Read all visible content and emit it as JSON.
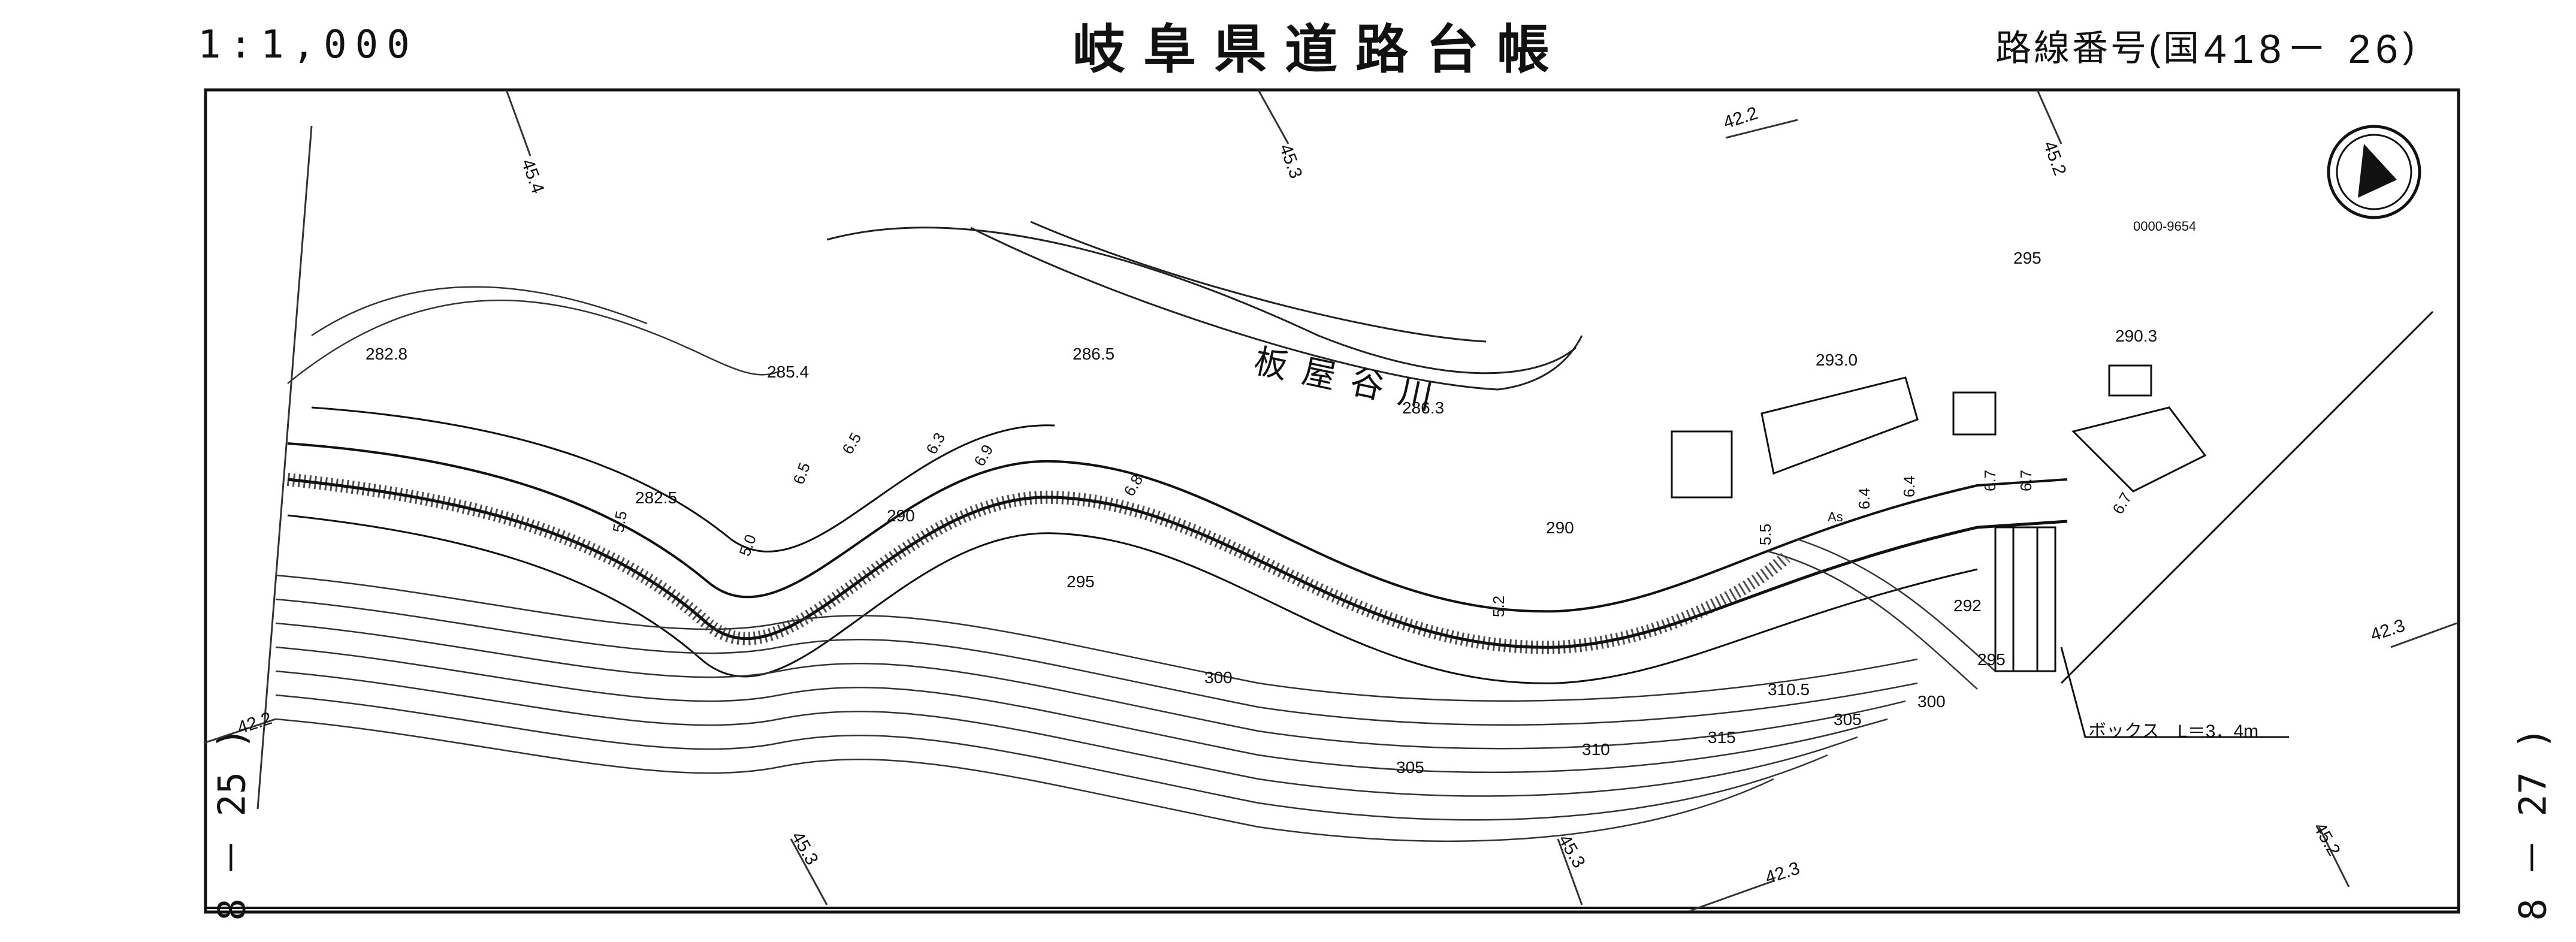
{
  "header": {
    "scale": "1:1,000",
    "title": "岐阜県道路台帳",
    "route_label": "路線番号",
    "route_open": "(国",
    "route_number": "418－ 26",
    "route_close": ")"
  },
  "side_labels": {
    "left": "8 － 25 )",
    "right": "8 － 27 )"
  },
  "map": {
    "stream_name": "板屋谷川",
    "north_arrow": "north-arrow-icon",
    "map_code": "0000-9654",
    "box_culvert_label": "ボックス　L＝3．4m",
    "pavement": "As",
    "elevation_labels": [
      "282.8",
      "282.5",
      "285.4",
      "286.5",
      "286.3",
      "293.0",
      "290.3",
      "290",
      "290",
      "292",
      "295",
      "295",
      "295",
      "300",
      "300",
      "305",
      "305",
      "310",
      "310.5",
      "315"
    ],
    "grid_labels": [
      "45.4",
      "45.3",
      "45.2",
      "42.2",
      "42.2",
      "42.3",
      "42.3",
      "45.3",
      "45.3",
      "45.2"
    ],
    "road_widths": [
      "6.4",
      "6.7",
      "6.7",
      "6.7",
      "5.5",
      "5.2",
      "6.5",
      "6.5",
      "6.3",
      "5.0",
      "6.9",
      "6.8",
      "6.4",
      "5.5"
    ]
  }
}
